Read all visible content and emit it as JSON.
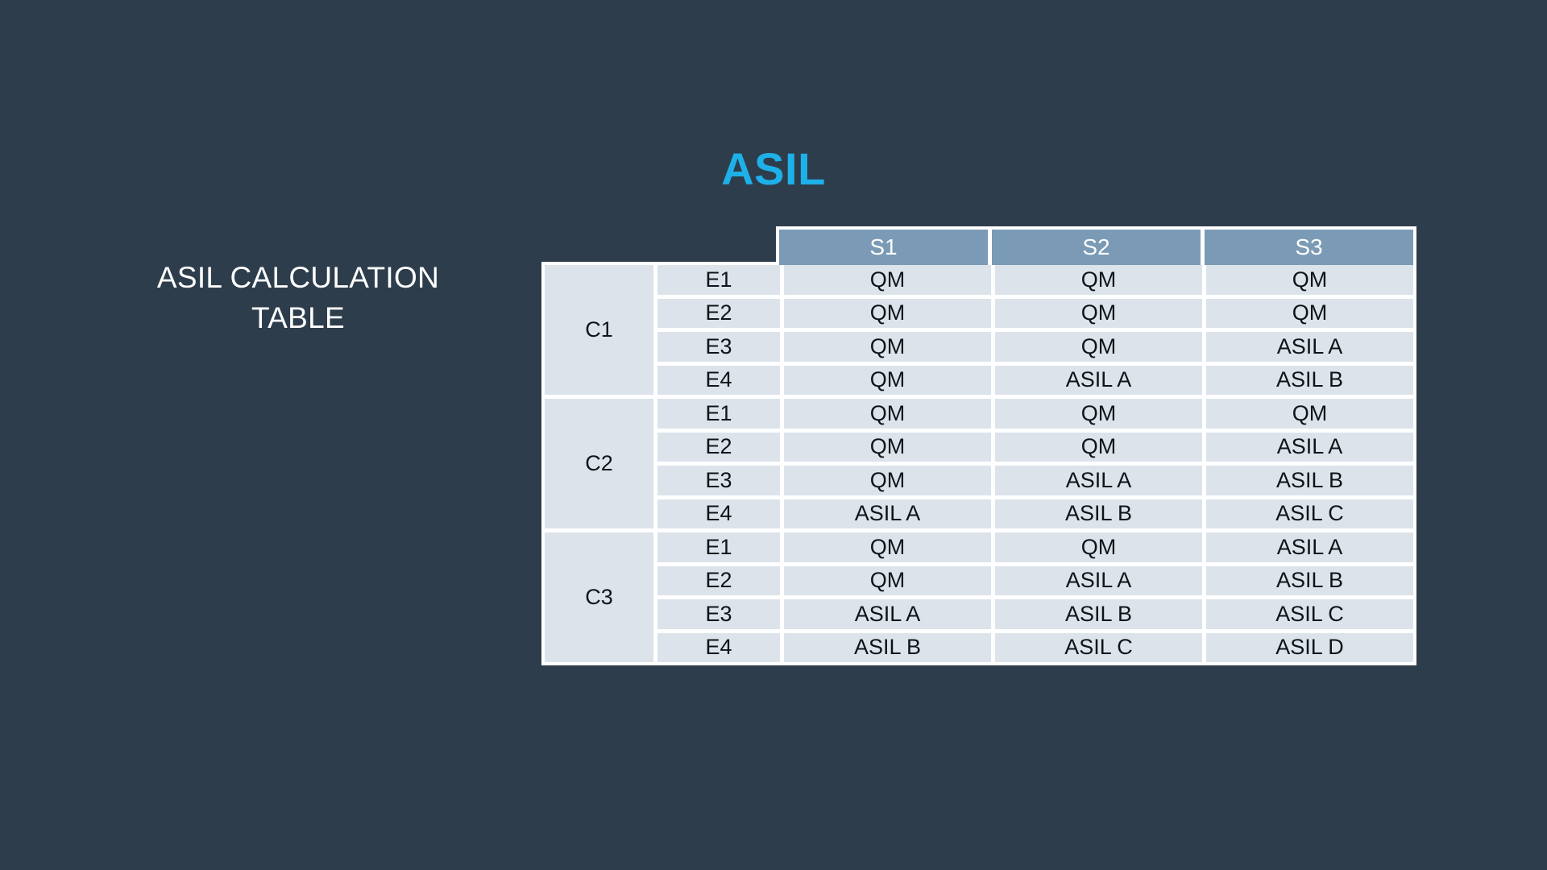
{
  "slide": {
    "title": "ASIL",
    "caption_line1": "ASIL CALCULATION",
    "caption_line2": "TABLE",
    "background_color": "#2d3d4c",
    "title_color": "#1eb0e8",
    "caption_color": "#ffffff",
    "header_color": "#7b9ab5",
    "cell_color": "#dce3ea",
    "grid_line_color": "#ffffff"
  },
  "chart_data": {
    "type": "table",
    "title": "ASIL",
    "subtitle": "ASIL CALCULATION TABLE",
    "column_headers": [
      "S1",
      "S2",
      "S3"
    ],
    "row_group_header": "",
    "row_groups": [
      {
        "group": "C1",
        "rows": [
          {
            "exposure": "E1",
            "values": [
              "QM",
              "QM",
              "QM"
            ]
          },
          {
            "exposure": "E2",
            "values": [
              "QM",
              "QM",
              "QM"
            ]
          },
          {
            "exposure": "E3",
            "values": [
              "QM",
              "QM",
              "ASIL A"
            ]
          },
          {
            "exposure": "E4",
            "values": [
              "QM",
              "ASIL A",
              "ASIL B"
            ]
          }
        ]
      },
      {
        "group": "C2",
        "rows": [
          {
            "exposure": "E1",
            "values": [
              "QM",
              "QM",
              "QM"
            ]
          },
          {
            "exposure": "E2",
            "values": [
              "QM",
              "QM",
              "ASIL A"
            ]
          },
          {
            "exposure": "E3",
            "values": [
              "QM",
              "ASIL A",
              "ASIL B"
            ]
          },
          {
            "exposure": "E4",
            "values": [
              "ASIL A",
              "ASIL B",
              "ASIL C"
            ]
          }
        ]
      },
      {
        "group": "C3",
        "rows": [
          {
            "exposure": "E1",
            "values": [
              "QM",
              "QM",
              "ASIL A"
            ]
          },
          {
            "exposure": "E2",
            "values": [
              "QM",
              "ASIL A",
              "ASIL B"
            ]
          },
          {
            "exposure": "E3",
            "values": [
              "ASIL A",
              "ASIL B",
              "ASIL C"
            ]
          },
          {
            "exposure": "E4",
            "values": [
              "ASIL B",
              "ASIL C",
              "ASIL D"
            ]
          }
        ]
      }
    ]
  }
}
